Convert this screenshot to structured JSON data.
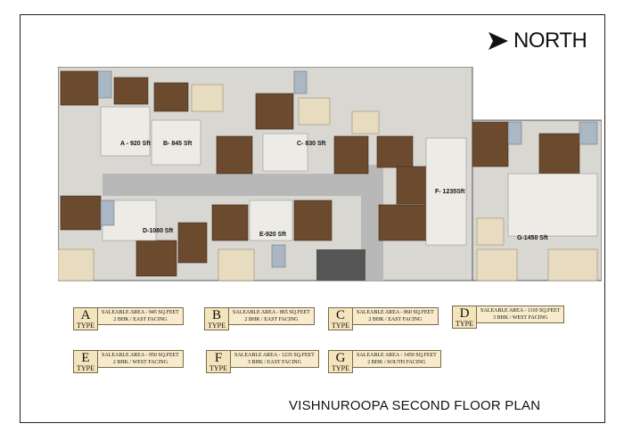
{
  "north": {
    "label": "NORTH"
  },
  "plan": {
    "units": [
      {
        "id": "A",
        "label": "A - 920 Sft"
      },
      {
        "id": "B",
        "label": "B- 845 Sft"
      },
      {
        "id": "C",
        "label": "C- 830 Sft"
      },
      {
        "id": "D",
        "label": "D-1080 Sft"
      },
      {
        "id": "E",
        "label": "E-920 Sft"
      },
      {
        "id": "F",
        "label": "F- 1235Sft"
      },
      {
        "id": "G",
        "label": "G-1450 Sft"
      }
    ]
  },
  "types": [
    {
      "letter": "A",
      "word": "TYPE",
      "area": "SALEABLE AREA - 945 SQ.FEET",
      "desc": "2 BHK / EAST FACING"
    },
    {
      "letter": "B",
      "word": "TYPE",
      "area": "SALEABLE AREA - 865 SQ.FEET",
      "desc": "2 BHK / EAST FACING"
    },
    {
      "letter": "C",
      "word": "TYPE",
      "area": "SALEABLE AREA - 860 SQ.FEET",
      "desc": "2 BHK / EAST FACING"
    },
    {
      "letter": "D",
      "word": "TYPE",
      "area": "SALEABLE AREA - 1110 SQ.FEET",
      "desc": "3 BHK / WEST FACING"
    },
    {
      "letter": "E",
      "word": "TYPE",
      "area": "SALEABLE AREA - 950 SQ.FEET",
      "desc": "2 BHK / WEST FACING"
    },
    {
      "letter": "F",
      "word": "TYPE",
      "area": "SALEABLE AREA - 1235 SQ.FEET",
      "desc": "3 BHK / EAST FACING"
    },
    {
      "letter": "G",
      "word": "TYPE",
      "area": "SALEABLE AREA - 1450 SQ.FEET",
      "desc": "2 BHK / SOUTH FACING"
    }
  ],
  "title": "VISHNUROOPA SECOND FLOOR PLAN"
}
